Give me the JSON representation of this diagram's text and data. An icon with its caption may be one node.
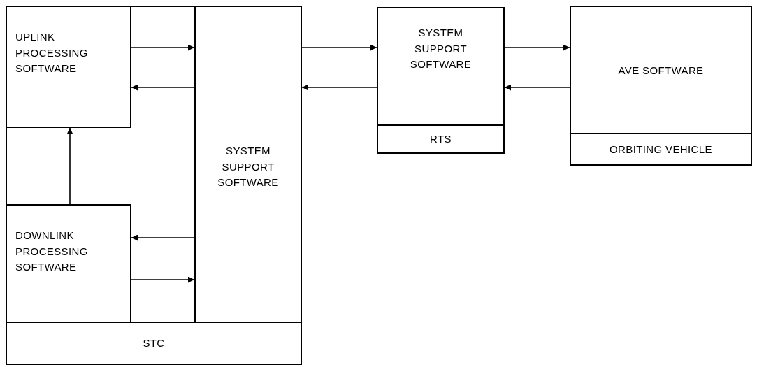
{
  "diagram": {
    "nodes": [
      {
        "text": [
          "STC"
        ]
      },
      {
        "text": [
          "UPLINK PROCESSING SOFTWARE"
        ],
        "in": 0
      },
      {
        "text": [
          "SYSTEM SUPPORT SOFTWARE"
        ],
        "in": 0
      },
      {
        "text": [
          "DOWNLINK PROCESSING SOFTWARE"
        ],
        "in": 0
      },
      {
        "text": [
          "RTS"
        ]
      },
      {
        "text": [
          "SYSTEM SUPPORT SOFTWARE"
        ],
        "in": 4
      },
      {
        "text": [
          "ORBITING VEHICLE"
        ]
      },
      {
        "text": [
          "AVE SOFTWARE"
        ],
        "in": 6
      }
    ],
    "edges": [
      {
        "from": 1,
        "to": 2,
        "arrow": "to"
      },
      {
        "from": 2,
        "to": 1,
        "arrow": "to"
      },
      {
        "from": 3,
        "to": 1,
        "arrow": "to"
      },
      {
        "from": 2,
        "to": 3,
        "arrow": "to"
      },
      {
        "from": 3,
        "to": 2,
        "arrow": "to"
      },
      {
        "from": 2,
        "to": 5,
        "arrow": "to"
      },
      {
        "from": 5,
        "to": 2,
        "arrow": "to"
      },
      {
        "from": 5,
        "to": 7,
        "arrow": "to"
      },
      {
        "from": 7,
        "to": 5,
        "arrow": "to"
      }
    ]
  }
}
